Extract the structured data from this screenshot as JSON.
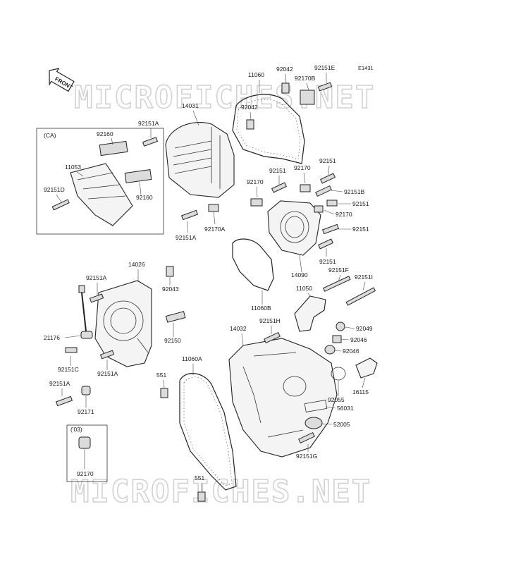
{
  "figure_code": "E1431",
  "front_arrow_label": "FRONT",
  "watermark": "MICROFICHES.NET",
  "inset_ca_label": "(CA)",
  "inset_03_label": "('03)",
  "parts": {
    "p92042a": "92042",
    "p92151e": "92151E",
    "p11060": "11060",
    "p92170b": "92170B",
    "p92042b": "92042",
    "p14031": "14031",
    "p92151a_1": "92151A",
    "p92160a": "92160",
    "p11053": "11053",
    "p92151d": "92151D",
    "p92160b": "92160",
    "p92151_1": "92151",
    "p92170_1": "92170",
    "p92151_2": "92151",
    "p92170_2": "92170",
    "p92151b": "92151B",
    "p92151_3": "92151",
    "p92170_3": "92170",
    "p92151_4": "92151",
    "p92170a": "92170A",
    "p92151a_2": "92151A",
    "p92151_5": "92151",
    "p14090": "14090",
    "p11060b": "11060B",
    "p14026": "14026",
    "p92151a_3": "92151A",
    "p92043": "92043",
    "p92151f": "92151F",
    "p92151i": "92151I",
    "p11050": "11050",
    "p21176": "21176",
    "p92150": "92150",
    "p14032": "14032",
    "p92151h": "92151H",
    "p92049": "92049",
    "p92046a": "92046",
    "p92046b": "92046",
    "p92151c": "92151C",
    "p92151a_4": "92151A",
    "p11060a": "11060A",
    "p551a": "551",
    "p16115": "16115",
    "p92151a_5": "92151A",
    "p92055": "92055",
    "p92171": "92171",
    "p56031": "56031",
    "p52005": "52005",
    "p92151g": "92151G",
    "p92170_4": "92170",
    "p551b": "551"
  }
}
